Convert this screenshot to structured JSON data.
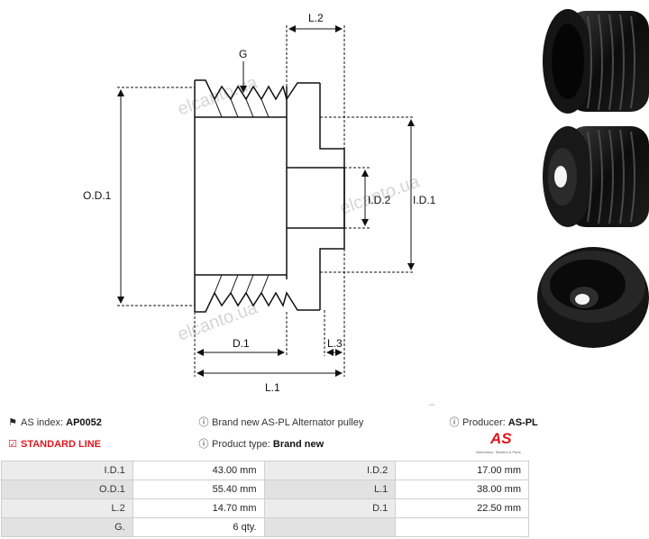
{
  "diagram": {
    "labels": {
      "g": "G",
      "l2": "L.2",
      "od1": "O.D.1",
      "id2": "I.D.2",
      "id1": "I.D.1",
      "d1": "D.1",
      "l3": "L.3",
      "l1": "L.1"
    },
    "watermark": "elcanto.ua"
  },
  "info": {
    "as_index_label": "AS index:",
    "as_index_value": "AP0052",
    "line_label": "STANDARD LINE",
    "description": "Brand new AS-PL Alternator pulley",
    "product_type_label": "Product type:",
    "product_type_value": "Brand new",
    "producer_label": "Producer:",
    "producer_value": "AS-PL"
  },
  "logo": {
    "text": "AS",
    "tagline": "Alternators, Starters & Parts"
  },
  "specs": [
    {
      "k1": "I.D.1",
      "v1": "43.00 mm",
      "k2": "I.D.2",
      "v2": "17.00 mm"
    },
    {
      "k1": "O.D.1",
      "v1": "55.40 mm",
      "k2": "L.1",
      "v2": "38.00 mm"
    },
    {
      "k1": "L.2",
      "v1": "14.70 mm",
      "k2": "D.1",
      "v2": "22.50 mm"
    },
    {
      "k1": "G.",
      "v1": "6 qty.",
      "k2": "",
      "v2": ""
    }
  ],
  "colors": {
    "accent_red": "#e0161e",
    "table_key_bg": "#ececec",
    "line": "#111111"
  },
  "icons": [
    "tag-icon",
    "info-icon",
    "check-square-icon"
  ]
}
